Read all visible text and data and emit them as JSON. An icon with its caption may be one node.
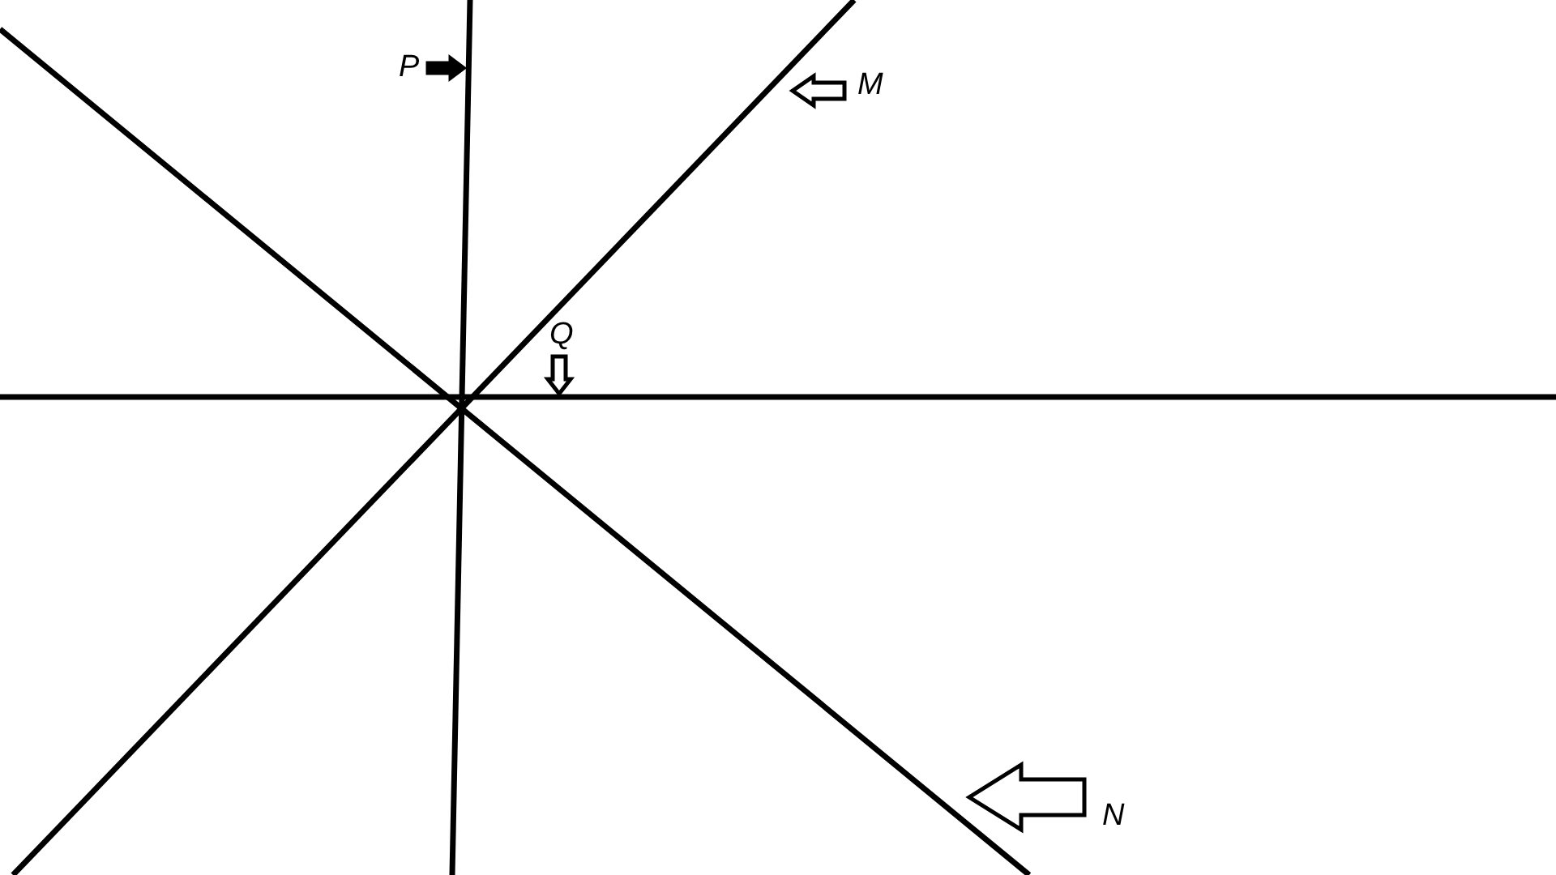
{
  "diagram": {
    "nodes": [
      {
        "text": [
          "P"
        ]
      },
      {
        "text": [
          "M"
        ]
      },
      {
        "text": [
          "Q"
        ]
      },
      {
        "text": [
          "N"
        ]
      }
    ],
    "edges": [
      {
        "from": 0,
        "to": null,
        "arrow": "to"
      },
      {
        "from": 1,
        "to": null,
        "arrow": "to"
      },
      {
        "from": 2,
        "to": null,
        "arrow": "to"
      },
      {
        "from": 3,
        "to": null,
        "arrow": "to"
      }
    ]
  }
}
